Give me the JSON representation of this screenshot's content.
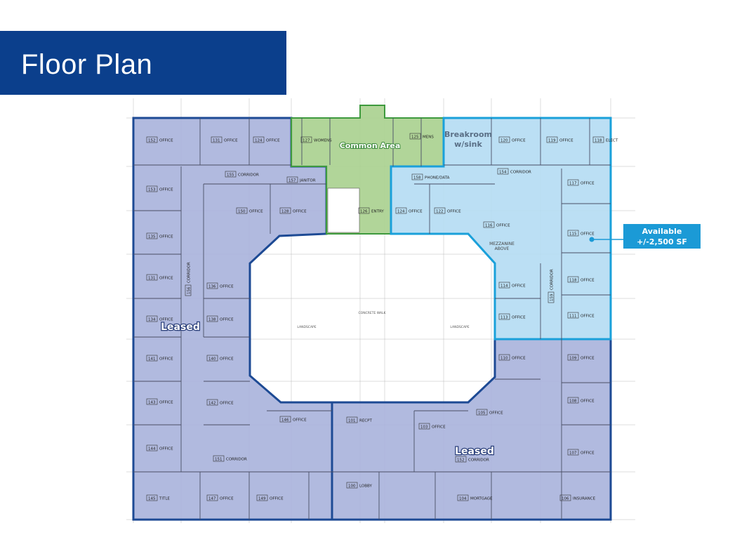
{
  "header": {
    "title": "Floor Plan"
  },
  "colors": {
    "banner": "#0b3f8c",
    "leased_fill": "#a9b2dc",
    "leased_outline": "#1d4a94",
    "common_fill": "#a9d08e",
    "common_outline": "#3e9a3e",
    "available_fill": "#b4dcf3",
    "available_outline": "#1aa0da",
    "callout": "#1b9ad6"
  },
  "zones": {
    "leased_label_1": "Leased",
    "leased_label_2": "Leased",
    "common_label": "Common Area",
    "breakroom_line1": "Breakroom",
    "breakroom_line2": "w/sink"
  },
  "callout": {
    "line1": "Available",
    "line2": "+/-2,500 SF"
  },
  "plan_notes": {
    "mezzanine_1": "MEZZANINE",
    "mezzanine_2": "ABOVE",
    "landscape_1": "LANDSCAPE",
    "landscape_2": "LANDSCAPE",
    "concrete_walk": "CONCRETE WALK"
  },
  "rooms": [
    {
      "number": "152",
      "name": "OFFICE"
    },
    {
      "number": "131",
      "name": "OFFICE"
    },
    {
      "number": "124",
      "name": "OFFICE"
    },
    {
      "number": "127",
      "name": "WOMENS"
    },
    {
      "number": "125",
      "name": "MENS"
    },
    {
      "number": "120",
      "name": "OFFICE"
    },
    {
      "number": "119",
      "name": "OFFICE"
    },
    {
      "number": "118",
      "name": "ELECT"
    },
    {
      "number": "155",
      "name": "CORRIDOR"
    },
    {
      "number": "157",
      "name": "JANITOR"
    },
    {
      "number": "154",
      "name": "CORRIDOR"
    },
    {
      "number": "158",
      "name": "PHONE/DATA"
    },
    {
      "number": "153",
      "name": "OFFICE"
    },
    {
      "number": "117",
      "name": "OFFICE"
    },
    {
      "number": "150",
      "name": "OFFICE"
    },
    {
      "number": "128",
      "name": "OFFICE"
    },
    {
      "number": "126",
      "name": "ENTRY"
    },
    {
      "number": "124",
      "name": "OFFICE"
    },
    {
      "number": "122",
      "name": "OFFICE"
    },
    {
      "number": "116",
      "name": "OFFICE"
    },
    {
      "number": "115",
      "name": "OFFICE"
    },
    {
      "number": "135",
      "name": "OFFICE"
    },
    {
      "number": "131",
      "name": "OFFICE"
    },
    {
      "number": "136",
      "name": "OFFICE"
    },
    {
      "number": "118",
      "name": "OFFICE"
    },
    {
      "number": "114",
      "name": "OFFICE"
    },
    {
      "number": "134",
      "name": "OFFICE"
    },
    {
      "number": "138",
      "name": "OFFICE"
    },
    {
      "number": "113",
      "name": "OFFICE"
    },
    {
      "number": "111",
      "name": "OFFICE"
    },
    {
      "number": "110",
      "name": "OFFICE"
    },
    {
      "number": "109",
      "name": "OFFICE"
    },
    {
      "number": "141",
      "name": "OFFICE"
    },
    {
      "number": "140",
      "name": "OFFICE"
    },
    {
      "number": "143",
      "name": "OFFICE"
    },
    {
      "number": "142",
      "name": "OFFICE"
    },
    {
      "number": "108",
      "name": "OFFICE"
    },
    {
      "number": "146",
      "name": "OFFICE"
    },
    {
      "number": "101",
      "name": "RECPT"
    },
    {
      "number": "103",
      "name": "OFFICE"
    },
    {
      "number": "105",
      "name": "OFFICE"
    },
    {
      "number": "144",
      "name": "OFFICE"
    },
    {
      "number": "151",
      "name": "CORRIDOR"
    },
    {
      "number": "152",
      "name": "CORRIDOR"
    },
    {
      "number": "107",
      "name": "OFFICE"
    },
    {
      "number": "100",
      "name": "LOBBY"
    },
    {
      "number": "145",
      "name": "TITLE"
    },
    {
      "number": "147",
      "name": "OFFICE"
    },
    {
      "number": "149",
      "name": "OFFICE"
    },
    {
      "number": "104",
      "name": "MORTGAGE"
    },
    {
      "number": "106",
      "name": "INSURANCE"
    },
    {
      "number": "156",
      "name": "CORRIDOR"
    },
    {
      "number": "159",
      "name": "CORRIDOR"
    }
  ]
}
